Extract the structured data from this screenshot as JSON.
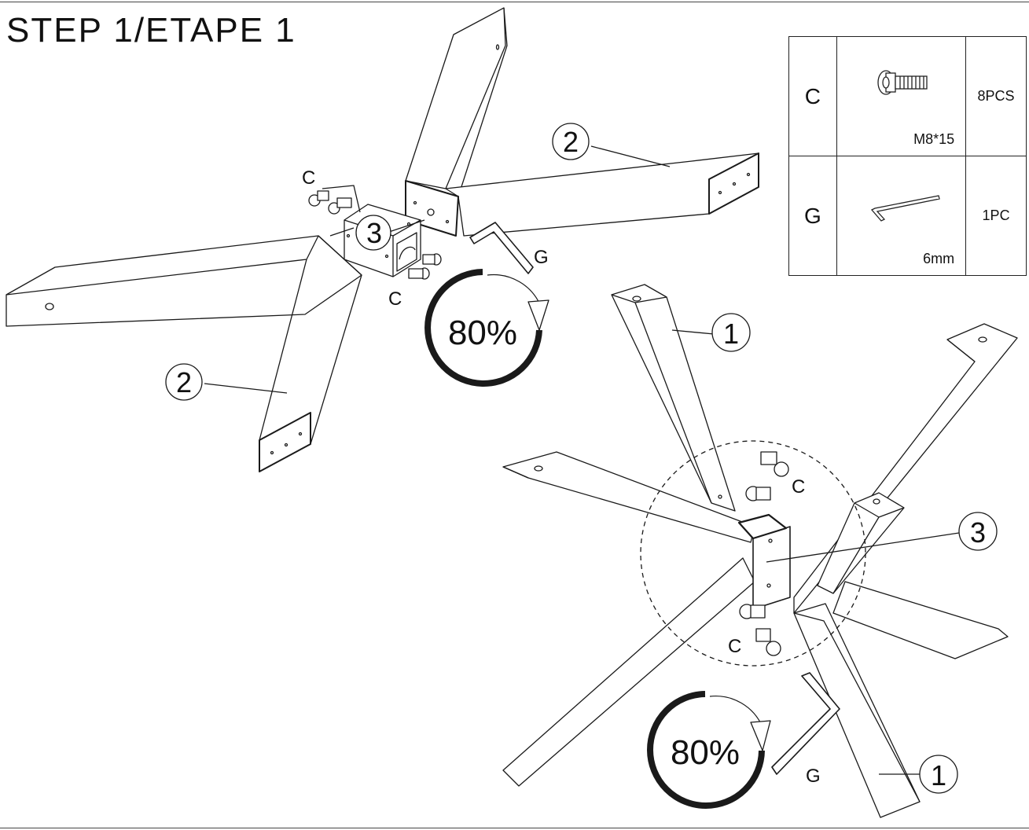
{
  "title": "STEP 1/ETAPE 1",
  "parts_table": [
    {
      "code": "C",
      "spec": "M8*15",
      "qty": "8PCS",
      "icon": "bolt-icon"
    },
    {
      "code": "G",
      "spec": "6mm",
      "qty": "1PC",
      "icon": "allen-key-icon"
    }
  ],
  "callouts": {
    "part_1": "1",
    "part_2": "2",
    "part_3": "3",
    "bolt": "C",
    "key": "G"
  },
  "tighten": {
    "label": "80%",
    "fraction": 0.8
  }
}
